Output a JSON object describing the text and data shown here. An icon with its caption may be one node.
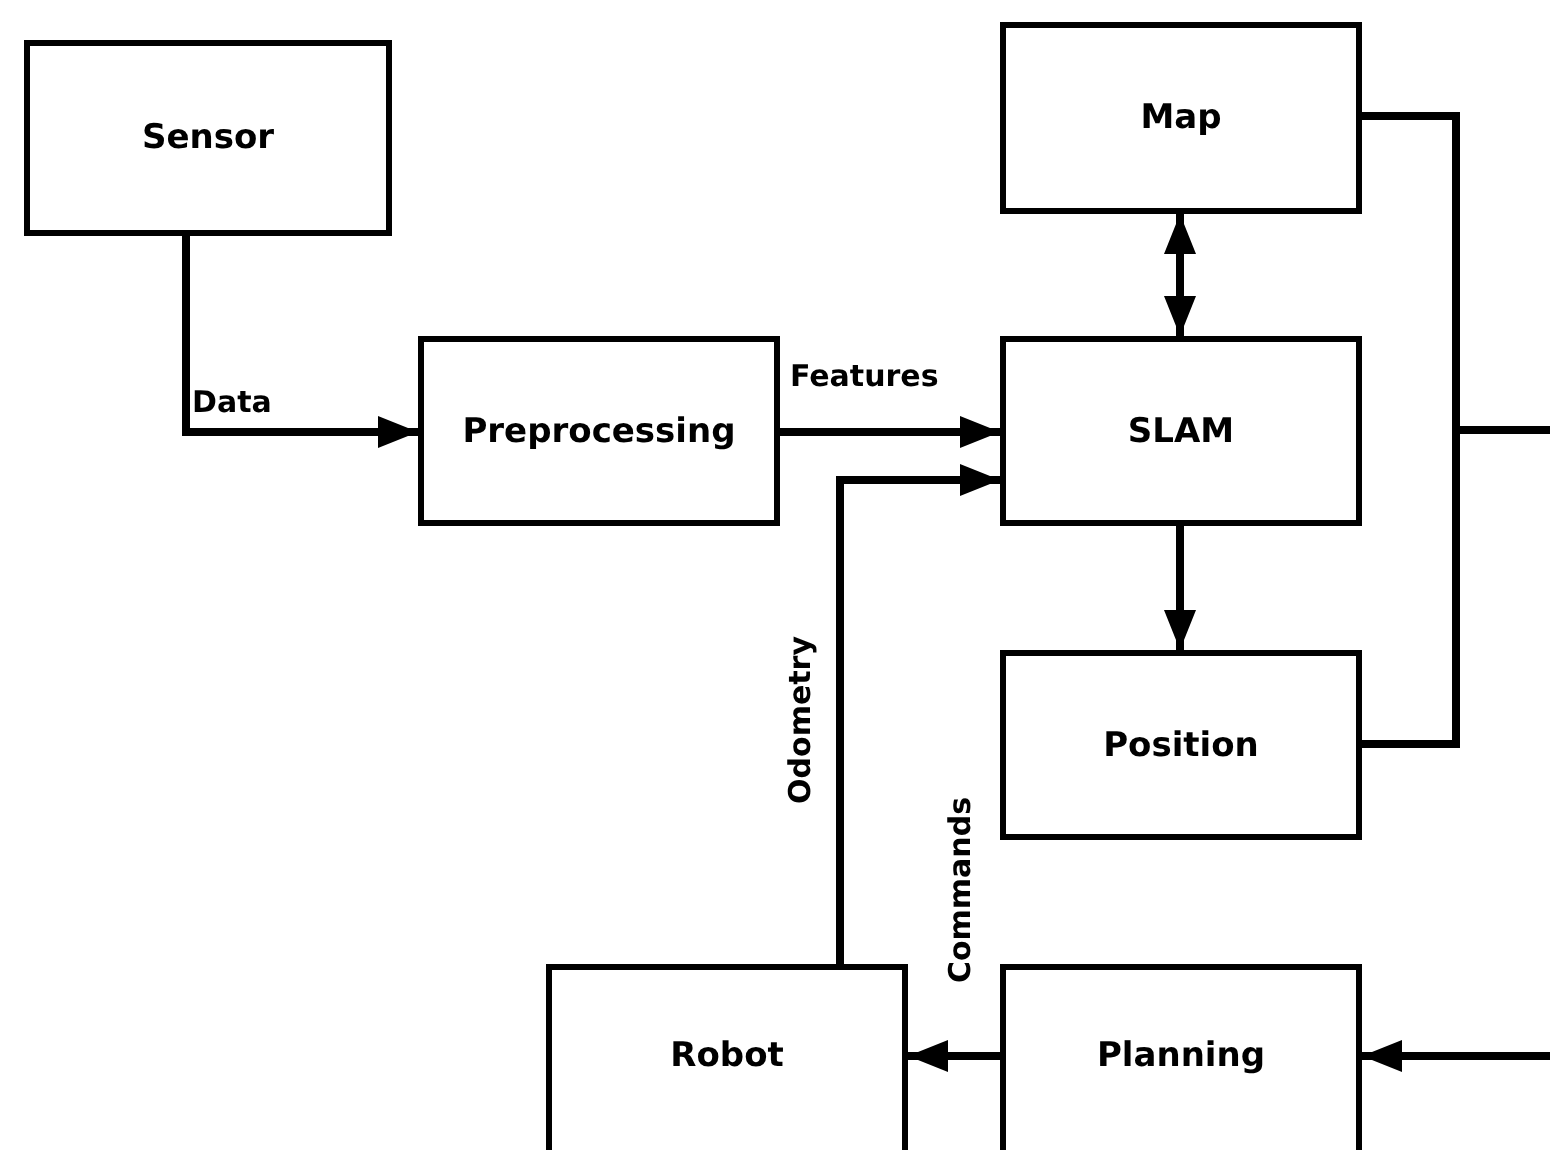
{
  "diagram": {
    "nodes": [
      {
        "text": [
          "Sensor"
        ]
      },
      {
        "text": [
          "Preprocessing"
        ]
      },
      {
        "text": [
          "Map"
        ]
      },
      {
        "text": [
          "SLAM"
        ]
      },
      {
        "text": [
          "Position"
        ]
      },
      {
        "text": [
          "Robot"
        ]
      },
      {
        "text": [
          "Planning"
        ]
      }
    ],
    "edges": [
      {
        "from": 0,
        "to": 1,
        "arrow": "to",
        "label": "Data"
      },
      {
        "from": 1,
        "to": 3,
        "arrow": "to",
        "label": "Features"
      },
      {
        "from": 2,
        "to": 3,
        "arrow": "both"
      },
      {
        "from": 3,
        "to": 4,
        "arrow": "to"
      },
      {
        "from": 5,
        "to": 3,
        "arrow": "to",
        "label": "Odometry"
      },
      {
        "from": 6,
        "to": 5,
        "arrow": "to",
        "label": "Commands"
      },
      {
        "from": 2,
        "to": null,
        "arrow": "none"
      },
      {
        "from": 4,
        "to": null,
        "arrow": "none"
      },
      {
        "from": null,
        "to": 6,
        "arrow": "to"
      }
    ]
  }
}
